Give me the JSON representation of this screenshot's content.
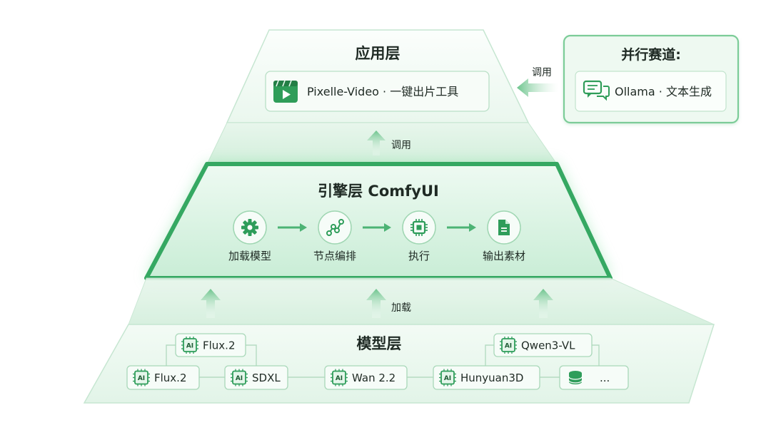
{
  "app_layer": {
    "title": "应用层",
    "tool": "Pixelle-Video · 一键出片工具"
  },
  "parallel": {
    "title": "并行赛道:",
    "item": "Ollama · 文本生成",
    "call_label": "调用"
  },
  "engine_call_label": "调用",
  "engine": {
    "title": "引擎层 ComfyUI",
    "steps": [
      "加载模型",
      "节点编排",
      "执行",
      "输出素材"
    ],
    "icons": [
      "gear-icon",
      "node-graph-icon",
      "chip-icon",
      "document-icon"
    ]
  },
  "load_label": "加载",
  "model_layer": {
    "title": "模型层",
    "ai_badge": "AI",
    "models_top": [
      "Flux.2",
      "Qwen3-VL"
    ],
    "models_bottom": [
      "Flux.2",
      "SDXL",
      "Wan 2.2",
      "Hunyuan3D",
      "..."
    ]
  },
  "colors": {
    "accent": "#2e9d5a",
    "accent_light": "#8fd7a8",
    "panel_fill": "#eef9f1",
    "panel_stroke": "#bfe3cb"
  }
}
